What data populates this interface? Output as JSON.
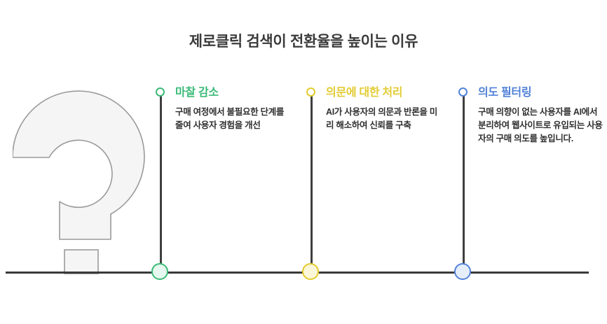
{
  "title": "제로클릭 검색이 전환율을 높이는 이유",
  "decoration": {
    "watermark_icon": "question-mark-icon",
    "watermark_fill": "#f5f5f5",
    "watermark_stroke": "#9a9a9a",
    "baseline_color": "#3a3a3a"
  },
  "timeline": {
    "items": [
      {
        "heading": "마찰 감소",
        "body": "구매 여정에서 불필요한 단계를 줄여 사용자 경험을 개선",
        "color": "#3bbb78",
        "fill": "#e6f8ef"
      },
      {
        "heading": "의문에 대한 처리",
        "body": "AI가 사용자의 의문과 반론을 미리 해소하여 신뢰를 구축",
        "color": "#e2cb31",
        "fill": "#fbf6d8"
      },
      {
        "heading": "의도 필터링",
        "body": "구매 의향이 없는 사용자를 AI에서 분리하여 웹사이트로 유입되는 사용자의 구매 의도를 높입니다.",
        "color": "#5282d8",
        "fill": "#e6eefb"
      }
    ]
  }
}
